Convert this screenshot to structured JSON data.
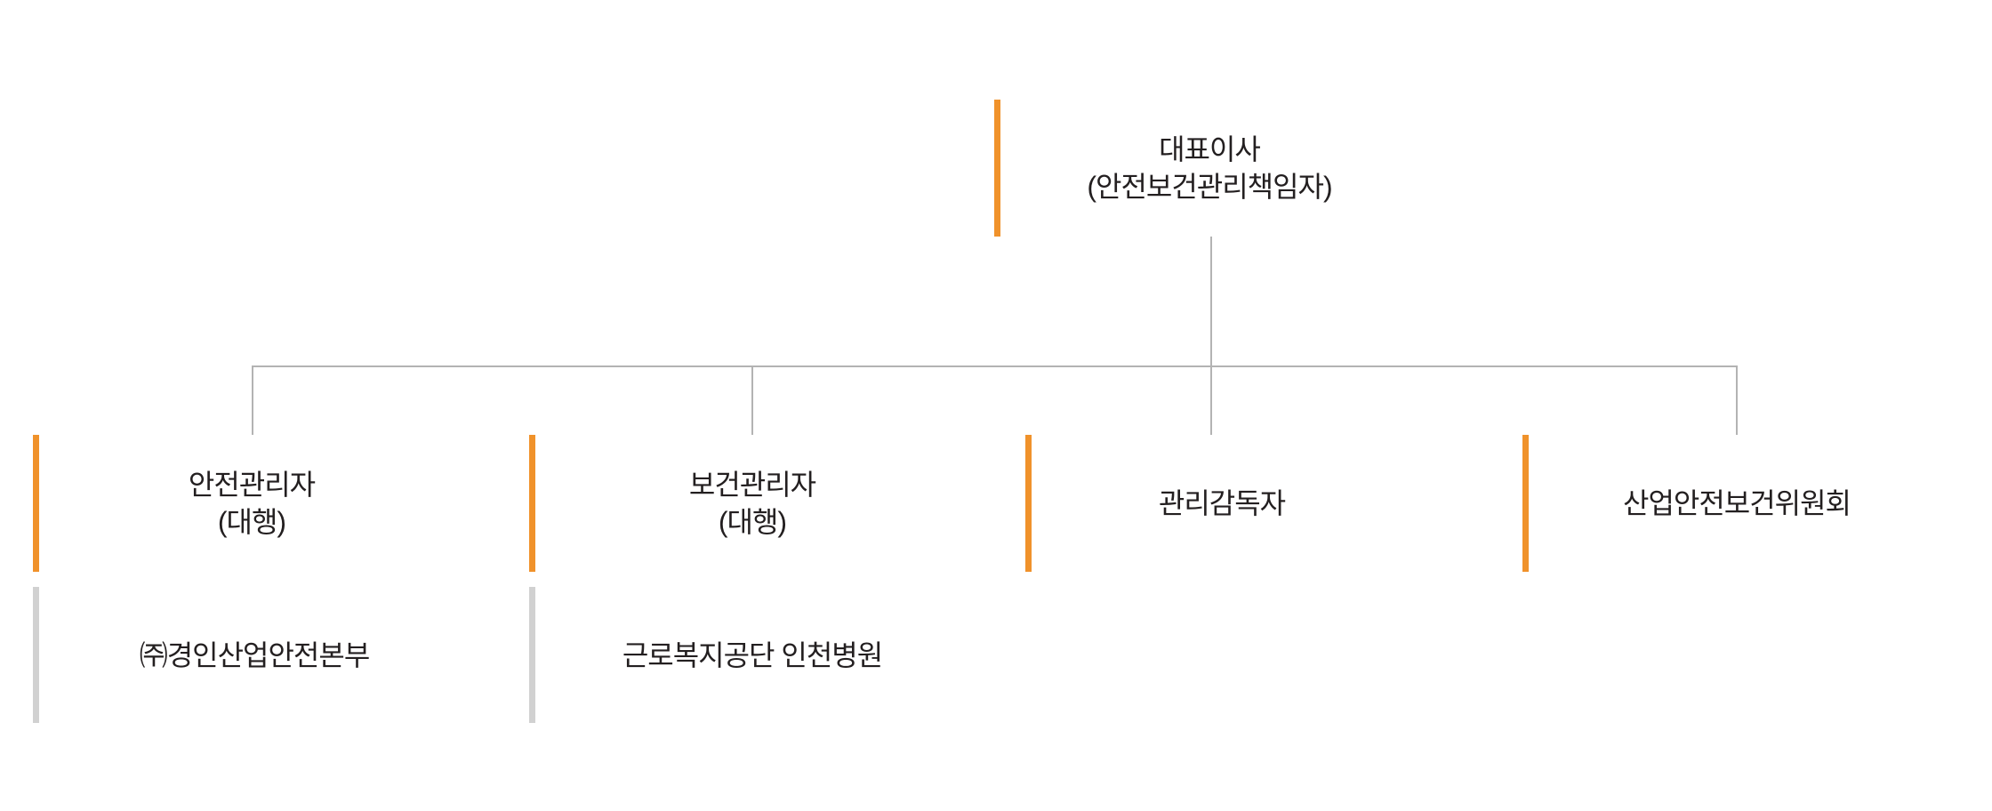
{
  "top": {
    "line1": "대표이사",
    "line2": "(안전보건관리책임자)"
  },
  "level2": [
    {
      "line1": "안전관리자",
      "line2": "(대행)"
    },
    {
      "line1": "보건관리자",
      "line2": "(대행)"
    },
    {
      "line1": "관리감독자",
      "line2": ""
    },
    {
      "line1": "산업안전보건위원회",
      "line2": ""
    }
  ],
  "level3": [
    {
      "label": "㈜경인산업안전본부"
    },
    {
      "label": "근로복지공단 인천병원"
    }
  ],
  "colors": {
    "accent": "#f0922b",
    "sub_bar": "#d1d1d1",
    "connector": "#b3b3b3",
    "text": "#231f20"
  }
}
